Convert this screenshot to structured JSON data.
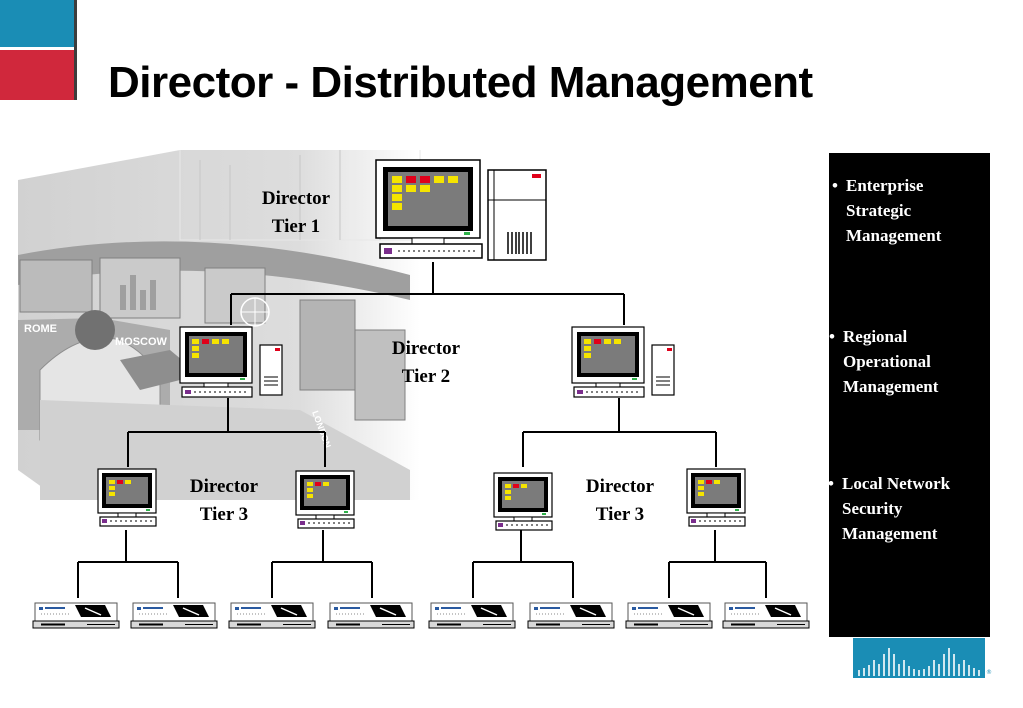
{
  "slide": {
    "title": "Director - Distributed Management"
  },
  "tiers": {
    "tier1": {
      "line1": "Director",
      "line2": "Tier 1"
    },
    "tier2": {
      "line1": "Director",
      "line2": "Tier 2"
    },
    "tier3_left": {
      "line1": "Director",
      "line2": "Tier 3"
    },
    "tier3_right": {
      "line1": "Director",
      "line2": "Tier 3"
    }
  },
  "background_city_labels": [
    "ROME",
    "MOSCOW",
    "LONDON"
  ],
  "side_panel": {
    "items": [
      {
        "bullet": "•",
        "lines": [
          "Enterprise",
          "Strategic",
          "Management"
        ]
      },
      {
        "bullet": "•",
        "lines": [
          "Regional",
          "Operational",
          "Management"
        ]
      },
      {
        "bullet": "•",
        "lines": [
          "Local Network",
          "Security",
          "Management"
        ]
      }
    ]
  },
  "logo": {
    "mark": "cisco-bridge-logo",
    "registered": "®"
  },
  "colors": {
    "corner_blue": "#1a8db5",
    "corner_red": "#d0283c",
    "panel": "#000000",
    "logo_blue": "#1a8db5",
    "screen_yellow": "#f5e400",
    "screen_red": "#e0001a"
  }
}
